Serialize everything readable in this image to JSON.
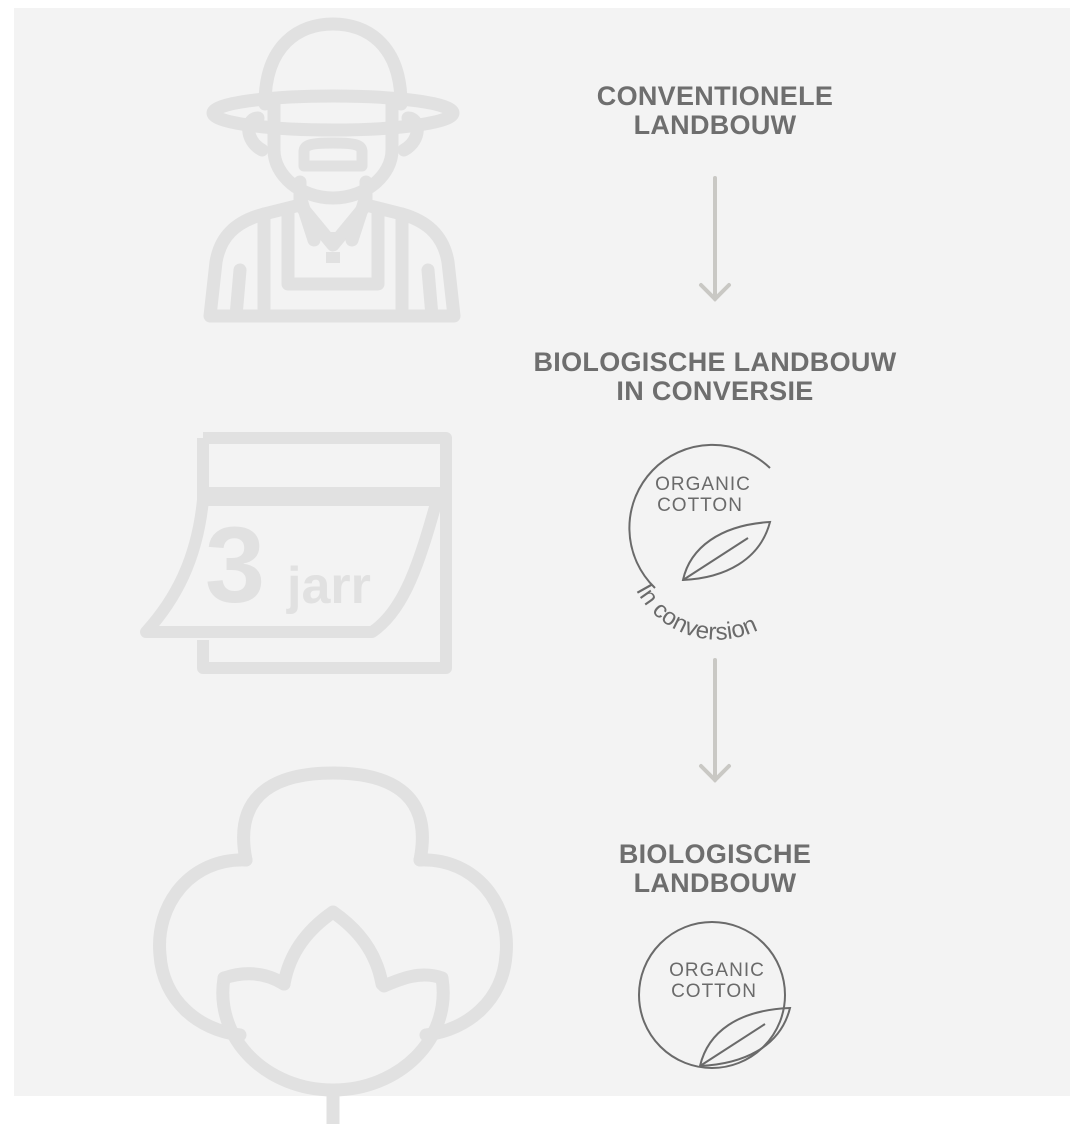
{
  "steps": [
    {
      "title_line1": "CONVENTIONELE",
      "title_line2": "LANDBOUW",
      "icon": "farmer-icon"
    },
    {
      "title_line1": "BIOLOGISCHE LANDBOUW",
      "title_line2": "IN CONVERSIE",
      "icon": "calendar-icon",
      "calendar": {
        "number": "3",
        "unit": "jarr"
      },
      "badge": {
        "line1": "ORGANIC",
        "line2": "COTTON",
        "arc_text": "In conversion"
      }
    },
    {
      "title_line1": "BIOLOGISCHE",
      "title_line2": "LANDBOUW",
      "icon": "cotton-plant-icon",
      "badge": {
        "line1": "ORGANIC",
        "line2": "COTTON"
      }
    }
  ],
  "colors": {
    "panel": "#f3f3f3",
    "icon": "#e1e1e1",
    "arrow": "#c9c8c4",
    "title": "#6e6e6e",
    "badge": "#6a6a6a"
  }
}
